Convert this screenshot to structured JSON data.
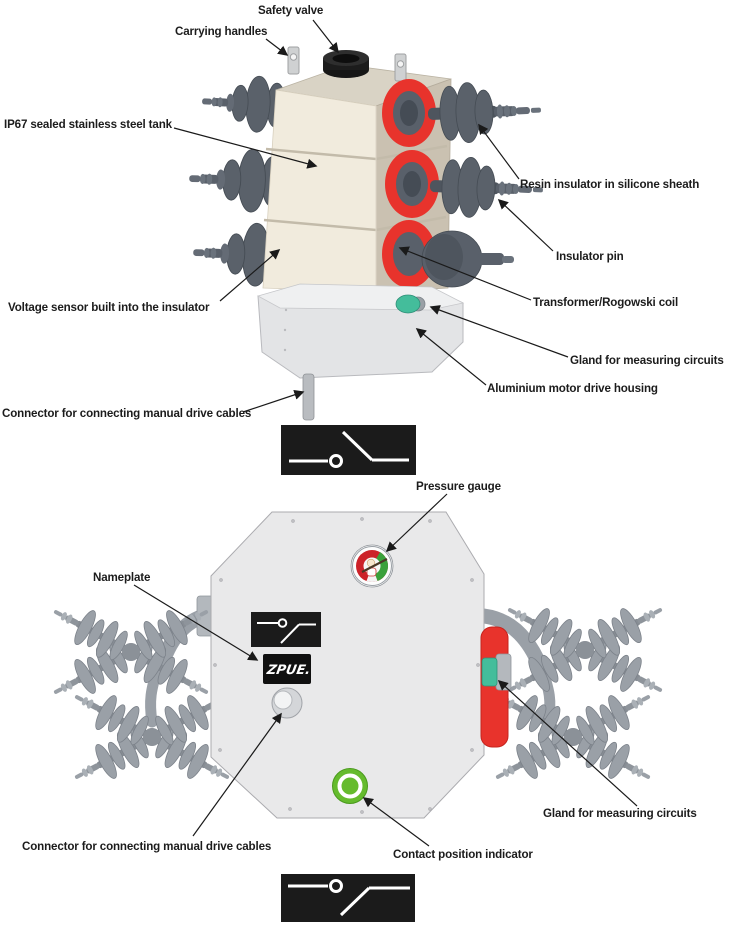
{
  "labels": {
    "safety_valve": "Safety valve",
    "carrying_handles": "Carrying handles",
    "ip67_tank": "IP67 sealed stainless steel tank",
    "resin_insulator": "Resin insulator in silicone sheath",
    "insulator_pin": "Insulator pin",
    "voltage_sensor": "Voltage sensor built into the insulator",
    "transformer_rogowski_coil": "Transformer/Rogowski coil",
    "gland_measuring_top": "Gland for measuring circuits",
    "aluminium_motor_drive_housing": "Aluminium motor drive housing",
    "connector_manual_drive_top": "Connector for connecting manual drive cables",
    "pressure_gauge": "Pressure gauge",
    "nameplate": "Nameplate",
    "gland_measuring_bottom": "Gland for measuring circuits",
    "connector_manual_drive_bottom": "Connector for connecting manual drive cables",
    "contact_position_indicator": "Contact position indicator"
  },
  "nameplate": {
    "brand_text": "ZPUE."
  },
  "icons": {
    "switch_symbol_open": "disconnector-open-symbol",
    "switch_symbol_closed": "disconnector-closed-symbol",
    "nameplate_switch_symbol": "disconnector-position-symbol",
    "pressure_gauge_icon": "red-green-dial-gauge",
    "contact_position_icon": "green-ring-indicator"
  },
  "colors": {
    "accent_red": "#e8332c",
    "indicator_green": "#65bb2d",
    "gland_teal": "#44bd9b",
    "tank_cream": "#f1ebdd",
    "housing_grey": "#e3e4e6",
    "symbol_black": "#1b1b1b"
  }
}
